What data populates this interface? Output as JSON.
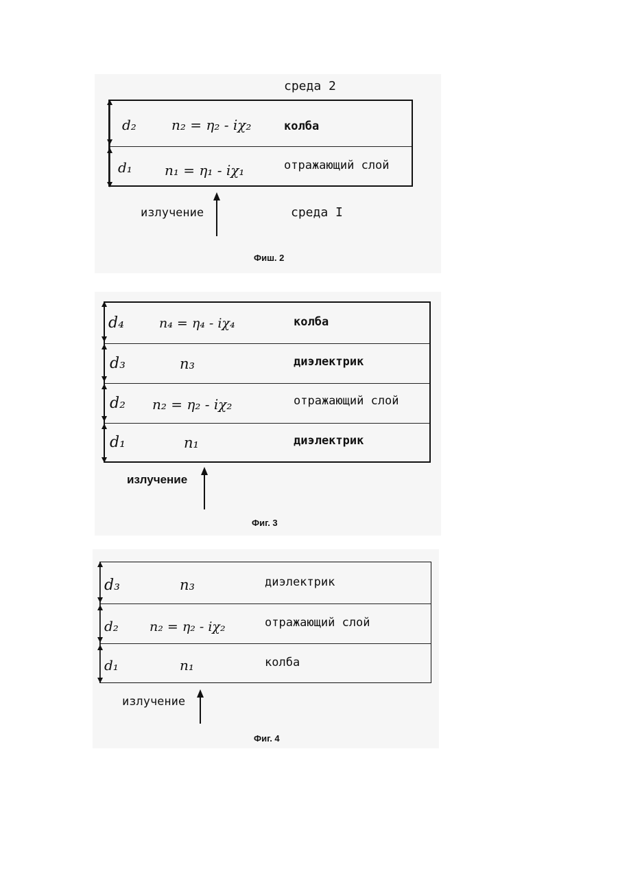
{
  "fig2": {
    "top_medium": "среда 2",
    "layers": [
      {
        "thickness": "d₂",
        "index": "n₂ = η₂ - iχ₂",
        "name": "колба"
      },
      {
        "thickness": "d₁",
        "index": "n₁ = η₁ - iχ₁",
        "name": "отражающий слой"
      }
    ],
    "radiation": "излучение",
    "bottom_medium": "среда I",
    "caption": "Фиш. 2"
  },
  "fig3": {
    "layers": [
      {
        "thickness": "d₄",
        "index": "n₄ = η₄ - iχ₄",
        "name": "колба"
      },
      {
        "thickness": "d₃",
        "index": "n₃",
        "name": "диэлектрик"
      },
      {
        "thickness": "d₂",
        "index": "n₂ = η₂ - iχ₂",
        "name": "отражающий слой"
      },
      {
        "thickness": "d₁",
        "index": "n₁",
        "name": "диэлектрик"
      }
    ],
    "radiation": "излучение",
    "caption": "Фиг. 3"
  },
  "fig4": {
    "layers": [
      {
        "thickness": "d₃",
        "index": "n₃",
        "name": "диэлектрик"
      },
      {
        "thickness": "d₂",
        "index": "n₂ = η₂ - iχ₂",
        "name": "отражающий слой"
      },
      {
        "thickness": "d₁",
        "index": "n₁",
        "name": "колба"
      }
    ],
    "radiation": "излучение",
    "caption": "Фиг. 4"
  }
}
